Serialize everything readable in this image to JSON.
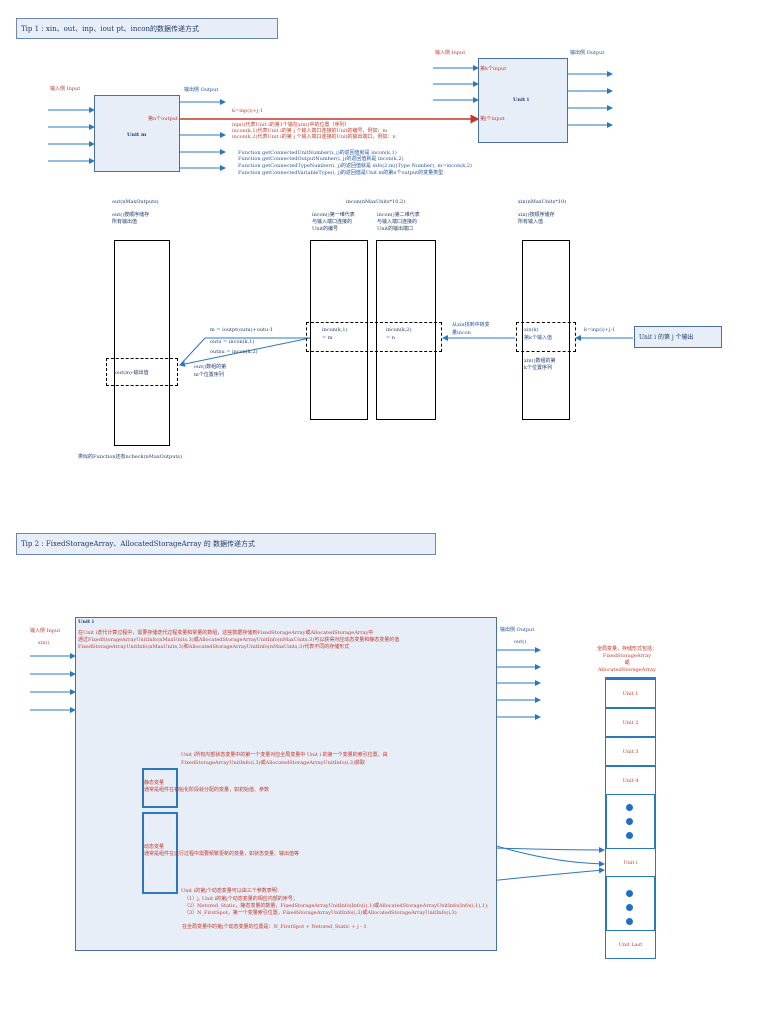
{
  "tip1": "Tip 1 : xin、out、inp、iout pt、incon的数据传递方式",
  "tip2": "Tip 2 : FixedStorageArray、AllocatedStorageArray    的    数据传递方式",
  "top": {
    "input_side": "输入侧 Input",
    "output_side": "输出侧 Output",
    "unit_m": "Unit m",
    "unit_i": "Unit i",
    "nth_output": "第n个output",
    "kth_input": "第k个input",
    "jth_input": "第j个input",
    "k_formula": "k=inp(i)+j-1",
    "red_lines": [
      "inp(i)代表Unit i的第1个输在xin()中的位置（序列）",
      "incon(k,1)代表Unit i的第 j 个输入端口连接的Unit的编号，例如：m",
      "incon(k,2)代表Unit i的第 j 个输入端口连接的Unit的输出端口，例如：n"
    ],
    "functions": [
      "Function getConnectedUnitNumber(i, j)的返回值就是 incon(k,1)",
      "Function getConnectedOutputNumber(i, j)的返回值就是 incon(k,2)",
      "Function getConnectedTypeNumber(i, j)的返回值就是 info(2,m)(Type Number), m=incon(k,2)",
      "Function getConnectedVariableType(i, j)的返回值是Unit m的第n个output的变量类型"
    ]
  },
  "arrays": {
    "out_title": "out(nMaxOutputs)",
    "out_desc": [
      "out()按顺序储存",
      "所有输出值"
    ],
    "incon_title": "incon(nMaxUnits*10,2)",
    "incon1_desc": [
      "incon()第一维代表",
      "与输入端口连接的",
      "Unit的编号"
    ],
    "incon2_desc": [
      "incon()第二维代表",
      "与输入端口连接的",
      "Unit的输出端口"
    ],
    "xin_title": "xin(nMaxUnits*10)",
    "xin_desc": [
      "xin()按顺序储存",
      "所有输入值"
    ],
    "out_cell": "out(m)-输出值",
    "out_note": [
      "out()数组的第",
      "m个位置序列"
    ],
    "incon_k1": [
      "incon(k,1)",
      "= m"
    ],
    "incon_k2": [
      "incon(k,2)",
      "= n"
    ],
    "xin_k": [
      "xin(k)",
      "第k个输入值"
    ],
    "xin_note": [
      "xin()数组的第",
      "k个位置序列"
    ],
    "m_formula": [
      "m = ioutpt(outu)+outu-1",
      "outu = incon(k,1)",
      "outnu = incon(k,2)"
    ],
    "from_xin": [
      "从xin找到中转变",
      "量incon"
    ],
    "k_formula2": "k=inp(i)+j-1",
    "unit_i_jth": "Unit i 的第 j 个输出",
    "bottom_note": "类似的Function还有ncheck(nMaxOutputs)"
  },
  "bottom": {
    "unit_i": "Unit i",
    "input_side": "输入侧 Input",
    "xin": "xin()",
    "output_side": "输出侧 Output",
    "out": "out()",
    "intro": [
      "在Unit i迭代计算过程中，需要存储迭代过程变量和常量的数组，这些数据存储到FixedStorageArray或AllocatedStorageArray中",
      "通过FixedStorageArrayUnitInfo(nMaxUnits,3)或AllocatedStorageArrayUnitInfo(nMaxUnits,3)可以获得对应动态变量和静态变量的值",
      "FixedStorageArrayUnitInfo(nMaxUnits,3)和AllocatedStorageArrayUnitInfo(nMaxUnits,3)代表不同的存储形式"
    ],
    "static_var_note": [
      "Unit i所有内部状态变量中的第一个变量对应全局变量中 Unit i 的第一个变量的索引位置，由",
      "FixedStorageArrayUnitInfo(i,3)或AllocatedStorageArrayUnitInfo(i,3)获取"
    ],
    "static_label": [
      "静态变量",
      "通常是组件在初始化阶段就分配的变量，如初始值、参数"
    ],
    "dynamic_label": [
      "动态变量",
      "通常是组件在运行过程中需要频繁更新的变量，如状态变量、输出值等"
    ],
    "jth_note": [
      "Unit i的第j个动态变量可以由三个参数表明：",
      "（1）j, Unit i的第j个动态变量的相应内部的序号；",
      "（2）Netored_Static，静态变量的数量，FixedStorageArrayUnitInfo(Info(i),1)或AllocatedStorageArrayUnitInfo(Info(i,1),1);",
      "（3）N_FirstSpot，第一个变量索引位置，FixedStorageArrayUnitInfo(i,3)或AllocatedStorageArrayUnitInfo(i,3)"
    ],
    "global_pos": "在全局变量中的第j个动态变量的位置是：N_FirstSpot + Netored_Static + j - 1",
    "global_title": [
      "全局变量，存储形式包括：",
      "FixedStorageArray",
      "或",
      "AllocatedStorageArray"
    ],
    "units": [
      "Unit 1",
      "Unit 2",
      "Unit 3",
      "Unit 4",
      "Unit i",
      "Unit Last"
    ]
  }
}
